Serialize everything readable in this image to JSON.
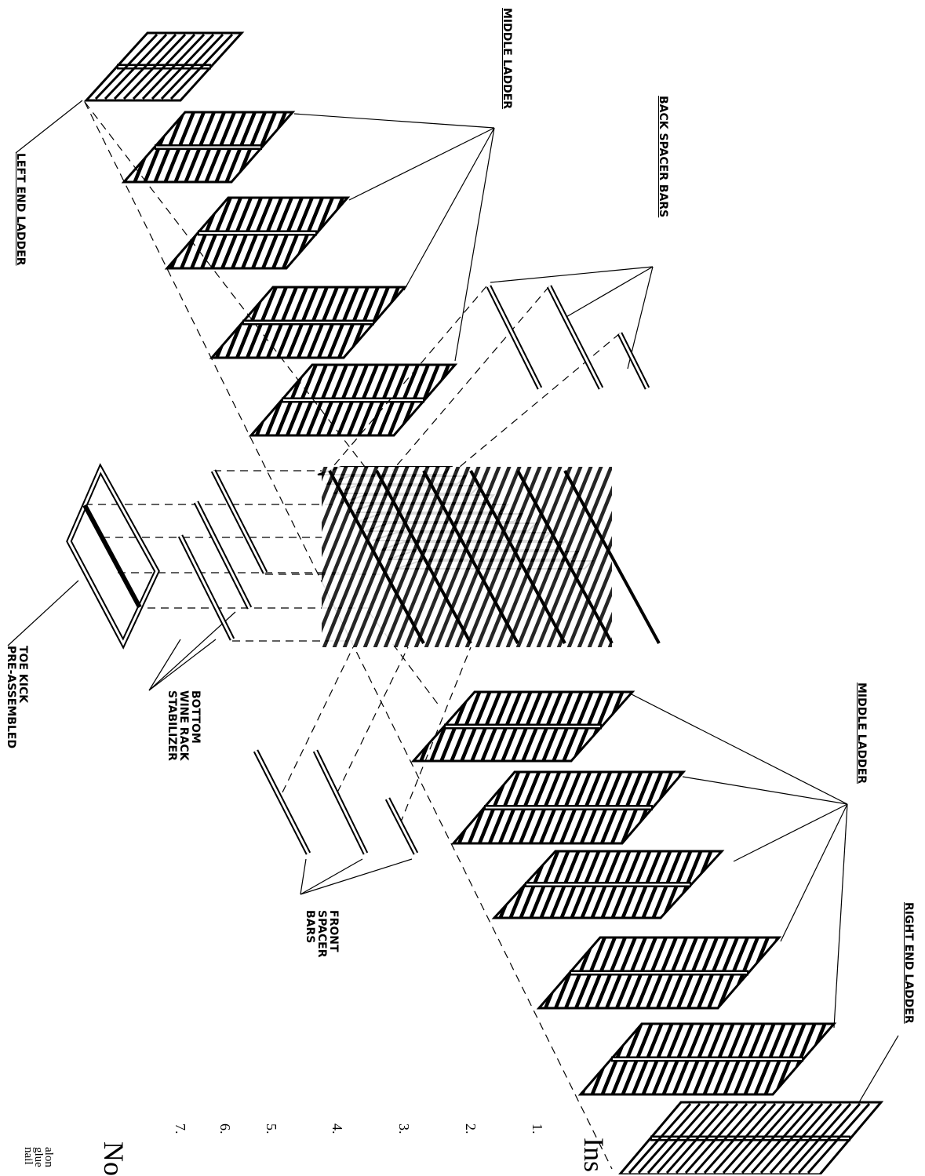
{
  "labels": {
    "middle_ladder_top": "MIDDLE LADDER",
    "left_end_ladder": "LEFT END LADDER",
    "back_spacer_bars": "BACK SPACER BARS",
    "toe_kick": [
      "TOE KICK",
      "PRE-ASSEMBLED"
    ],
    "bottom_stabilizer": [
      "BOTTOM",
      "WINE RACK",
      "STABILIZER"
    ],
    "middle_ladder_bottom": "MIDDLE LADDER",
    "front_spacer_bars": [
      "FRONT",
      "SPACER",
      "BARS"
    ],
    "right_end_ladder": "RIGHT END LADDER"
  },
  "page_text": {
    "heading_fragment": "Ins",
    "step_numbers": [
      "1.",
      "2.",
      "3.",
      "4.",
      "5.",
      "6.",
      "7."
    ],
    "note_fragment": "No",
    "body_fragments": [
      "alon",
      "glue",
      "nail"
    ]
  },
  "colors": {
    "line": "#000000",
    "background": "#ffffff"
  }
}
